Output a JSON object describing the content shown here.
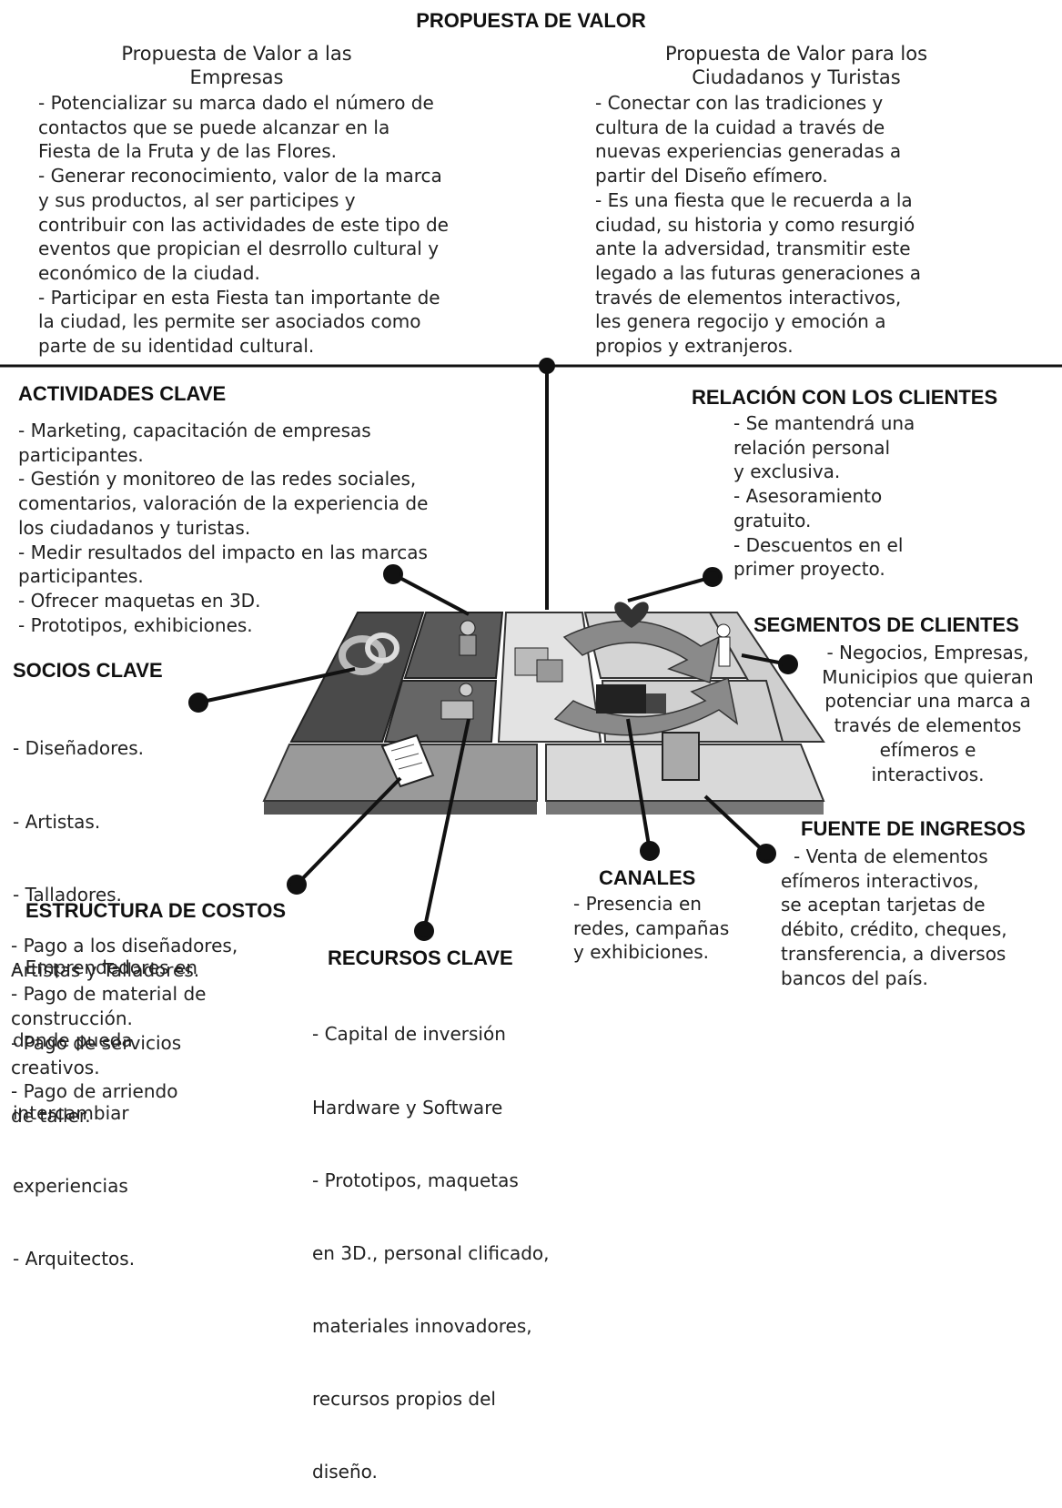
{
  "title": "PROPUESTA DE VALOR",
  "vp_business": {
    "heading": [
      "Propuesta de Valor a las",
      "Empresas"
    ],
    "lines": [
      "- Potencializar su marca dado el número de",
      "contactos que se puede alcanzar en la",
      "Fiesta de la Fruta y de las Flores.",
      "- Generar reconocimiento, valor de la marca",
      "y sus productos, al ser participes y",
      "contribuir con las actividades de este tipo de",
      "eventos que propician el desrrollo cultural y",
      "económico de la ciudad.",
      "- Participar en esta Fiesta tan importante de",
      "la ciudad, les permite ser asociados como",
      "parte de su identidad cultural."
    ]
  },
  "vp_citizens": {
    "heading": [
      "Propuesta de Valor para los",
      "Ciudadanos y Turistas"
    ],
    "lines": [
      "- Conectar con las tradiciones y",
      "cultura de la cuidad a través de",
      "nuevas experiencias generadas a",
      "partir del Diseño efímero.",
      "- Es una fiesta que le recuerda a la",
      "ciudad, su  historia y como resurgió",
      "ante la adversidad, transmitir este",
      "legado a las futuras generaciones a",
      "través de elementos interactivos,",
      "les genera regocijo y emoción a",
      "propios y extranjeros."
    ]
  },
  "key_activities": {
    "heading": "ACTIVIDADES CLAVE",
    "lines": [
      "- Marketing, capacitación de empresas",
      "participantes.",
      "- Gestión y monitoreo de las redes sociales,",
      "comentarios, valoración de la experiencia de",
      "los ciudadanos y turistas.",
      "- Medir resultados del impacto en las marcas",
      "participantes.",
      "- Ofrecer maquetas en 3D.",
      "- Prototipos, exhibiciones."
    ]
  },
  "customer_relationship": {
    "heading": "RELACIÓN CON LOS CLIENTES",
    "lines": [
      "- Se mantendrá una",
      "relación personal",
      "y exclusiva.",
      "- Asesoramiento",
      "gratuito.",
      "- Descuentos en el",
      "primer proyecto."
    ]
  },
  "customer_segments": {
    "heading": "SEGMENTOS DE CLIENTES",
    "lines": [
      "- Negocios, Empresas,",
      "Municipios que quieran",
      "potenciar una marca a",
      "través de elementos",
      "efímeros e",
      "interactivos."
    ]
  },
  "key_partners": {
    "heading": "SOCIOS CLAVE",
    "lines": [
      "- Diseñadores.",
      "- Artistas.",
      "- Talladores.",
      "- Emprendedores en",
      "   donde pueda",
      "   intercambiar",
      "   experiencias",
      "- Arquitectos."
    ]
  },
  "revenue": {
    "heading": "FUENTE DE INGRESOS",
    "lines": [
      "- Venta de elementos",
      "efímeros interactivos,",
      "se aceptan tarjetas de",
      "débito, crédito, cheques,",
      "transferencia, a diversos",
      "bancos del país."
    ]
  },
  "channels": {
    "heading": "CANALES",
    "lines": [
      "- Presencia en",
      "redes, campañas",
      "y exhibiciones."
    ]
  },
  "cost_structure": {
    "heading": "ESTRUCTURA DE COSTOS",
    "lines": [
      "- Pago a los diseñadores,",
      "Artistas y Talladores.",
      "- Pago de material de",
      "construcción.",
      "- Pago de servicios",
      "creativos.",
      "- Pago de arriendo",
      "de taller."
    ]
  },
  "key_resources": {
    "heading": "RECURSOS CLAVE",
    "lines": [
      " - Capital de inversión",
      " Hardware y Software",
      "- Prototipos, maquetas",
      "en 3D., personal clificado,",
      "materiales innovadores,",
      " recursos propios del",
      "diseño."
    ]
  },
  "colors": {
    "ink": "#111111",
    "dark_tile": "#4a4a4a",
    "mid_tile": "#9a9a9a",
    "light_tile": "#d9d9d9"
  }
}
